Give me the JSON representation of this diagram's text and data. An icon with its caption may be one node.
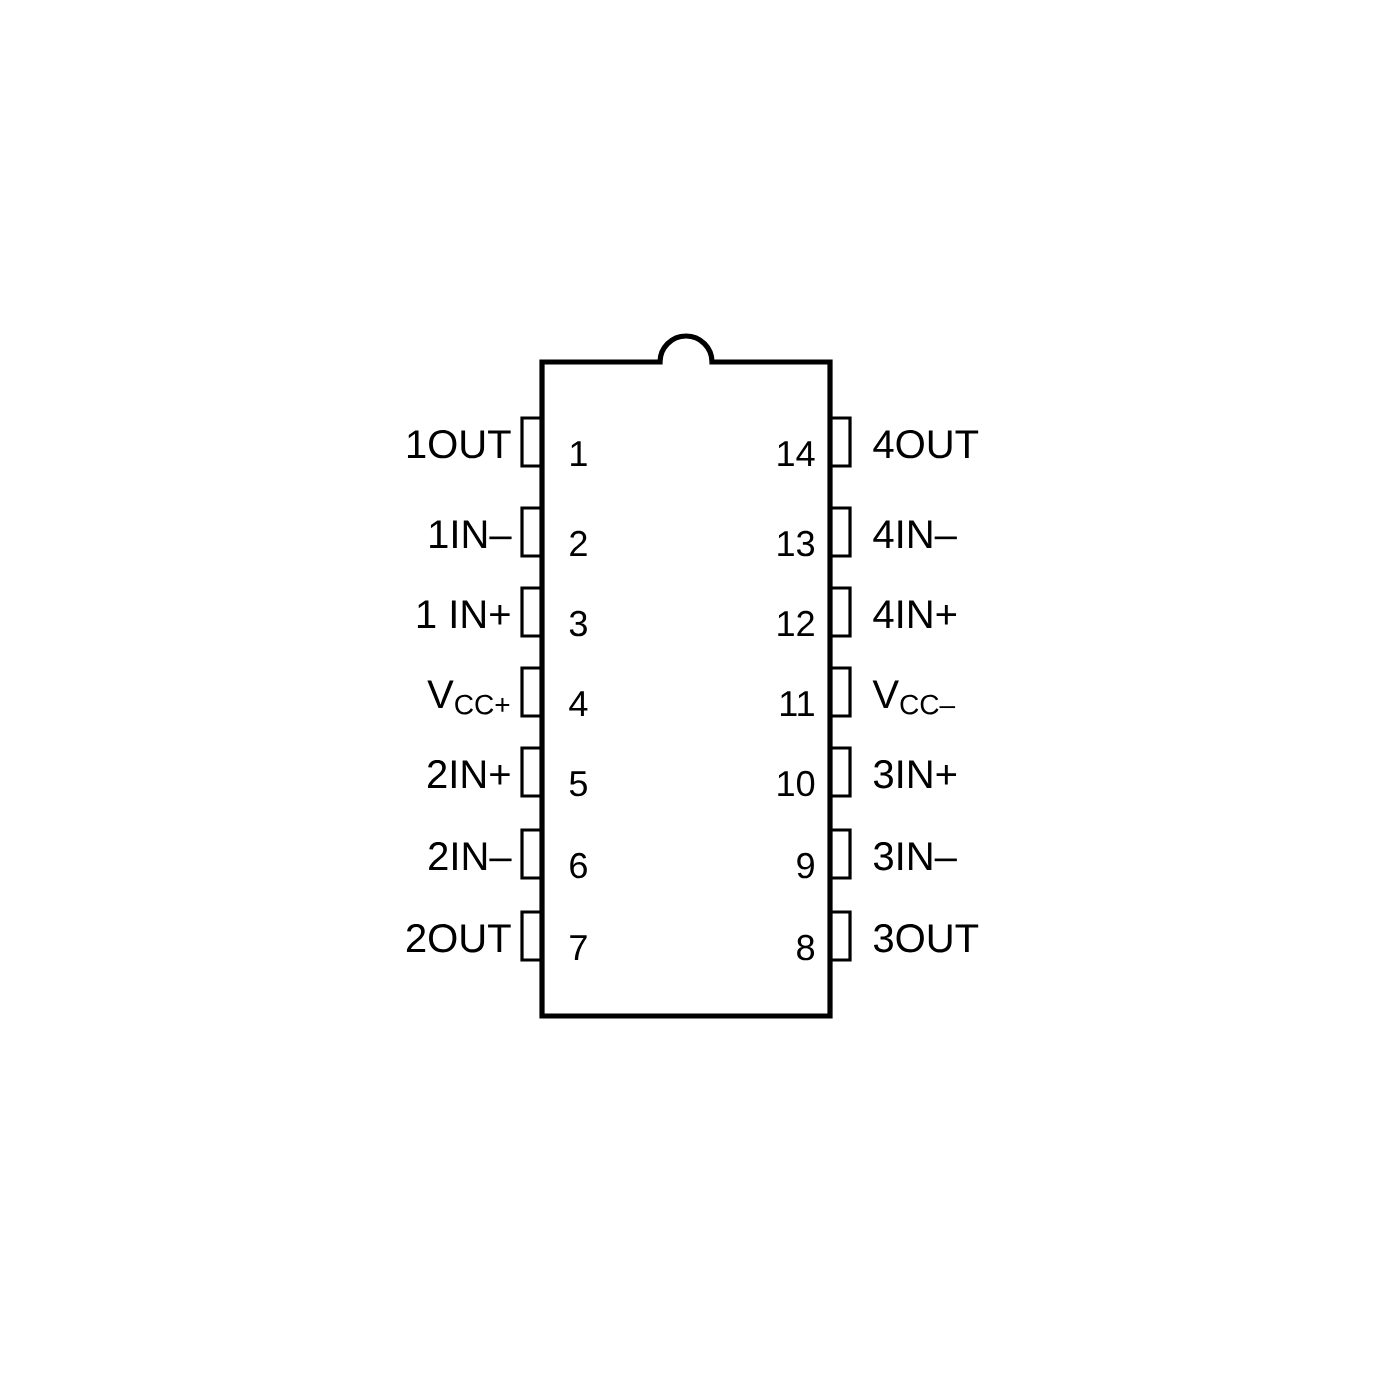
{
  "diagram": {
    "labels": [
      "1OUT",
      "1",
      "14",
      "4OUT",
      "1IN–",
      "2",
      "13",
      "4IN–",
      "1 IN+",
      "3",
      "12",
      "4IN+",
      "V$_{CC+}$",
      "4",
      "11",
      "V$_{CC–}$",
      "2IN+",
      "5",
      "10",
      "3IN+",
      "2IN–",
      "6",
      "9",
      "3IN–",
      "2OUT",
      "7",
      "8",
      "3OUT"
    ]
  }
}
